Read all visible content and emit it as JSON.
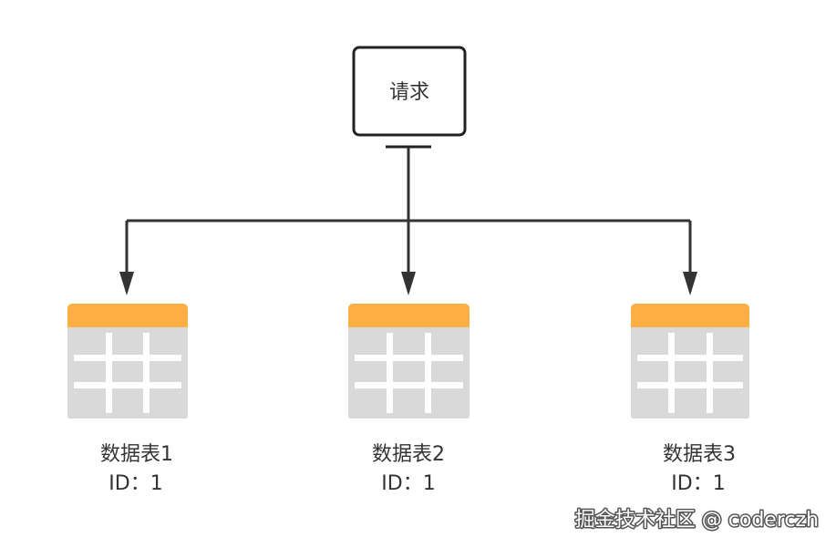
{
  "request": {
    "label": "请求"
  },
  "tables": [
    {
      "name": "数据表1",
      "id_label": "ID：1"
    },
    {
      "name": "数据表2",
      "id_label": "ID：1"
    },
    {
      "name": "数据表3",
      "id_label": "ID：1"
    }
  ],
  "watermark": "掘金技术社区 @ coderczh",
  "colors": {
    "table_header": "#fdae44",
    "table_body": "#d9d9d9",
    "grid_lines": "#ffffff",
    "stroke": "#333333",
    "text": "#333333",
    "watermark_text": "#ffffff"
  }
}
